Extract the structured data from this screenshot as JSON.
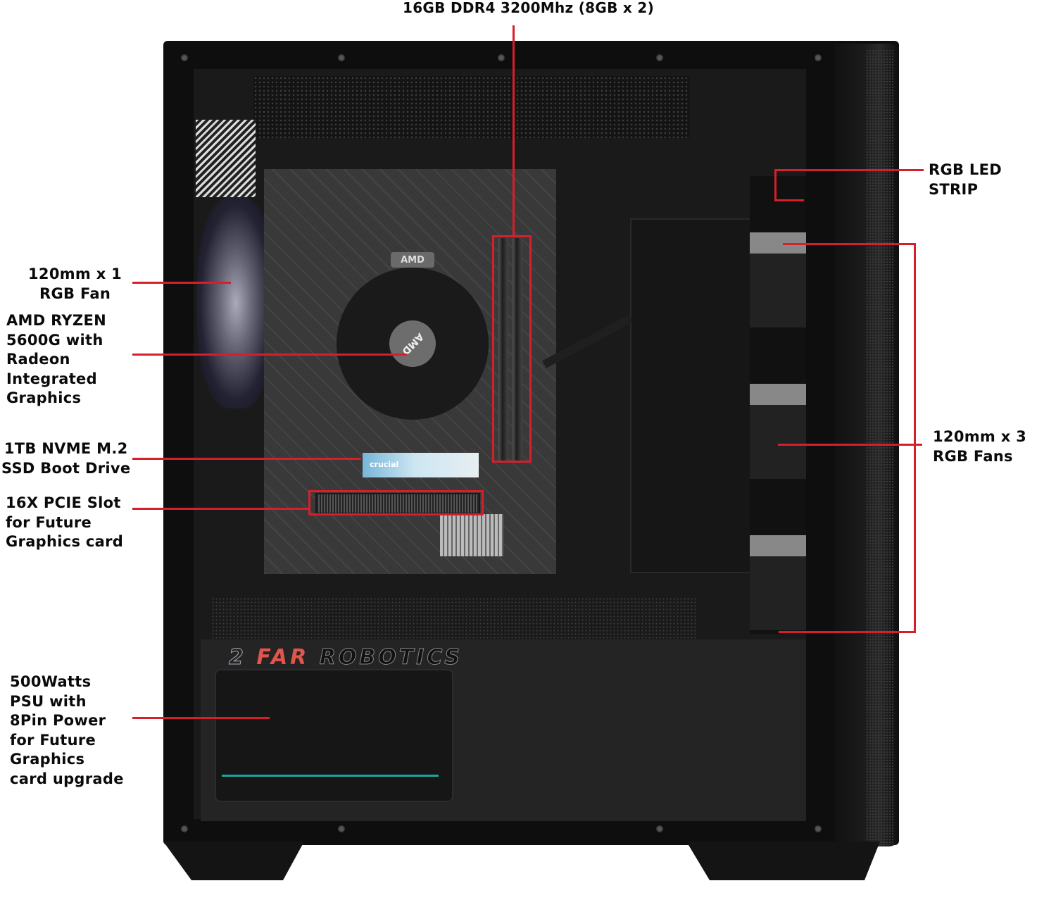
{
  "product": {
    "brand_logo": {
      "part1": "2",
      "part2": "FAR",
      "part3": "ROBOTICS"
    },
    "amd_cooler_plate": "AMD",
    "amd_cooler_hub": "AMD",
    "ssd_label": "crucial"
  },
  "callouts": {
    "ram": "16GB DDR4 3200Mhz (8GB x 2)",
    "rear_fan": "120mm x 1\nRGB Fan",
    "cpu": "AMD RYZEN\n5600G with\nRadeon\nIntegrated\nGraphics",
    "ssd": "1TB NVME M.2\nSSD Boot Drive",
    "pcie": "16X PCIE Slot\nfor Future\nGraphics card",
    "psu": "500Watts\nPSU with\n8Pin Power\nfor Future\nGraphics\ncard upgrade",
    "led_strip": "RGB LED STRIP",
    "front_fans": "120mm x 3\nRGB Fans"
  },
  "colors": {
    "callout_line": "#d71f2c",
    "psu_accent": "#17a6a0",
    "brand_red": "#e0554c"
  }
}
